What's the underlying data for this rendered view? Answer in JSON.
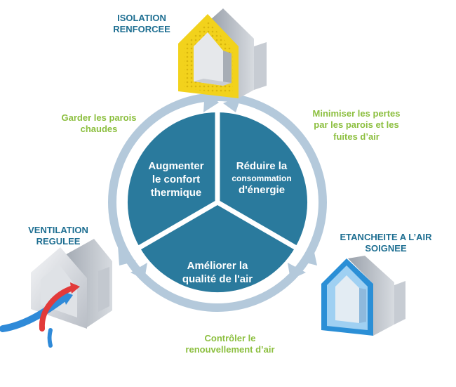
{
  "houses": {
    "top": {
      "title_line1": "ISOLATION",
      "title_line2": "RENFORCEE"
    },
    "left": {
      "title_line1": "VENTILATION",
      "title_line2": "REGULEE"
    },
    "right": {
      "title_line1": "ETANCHEITE A L’AIR",
      "title_line2": "SOIGNEE"
    }
  },
  "arrows": {
    "top_left": {
      "line1": "Garder les parois",
      "line2": "chaudes"
    },
    "top_right": {
      "line1": "Minimiser les pertes",
      "line2": "par les parois et les",
      "line3": "fuites d’air"
    },
    "bottom": {
      "line1": "Contrôler le",
      "line2": "renouvellement d’air"
    }
  },
  "segments": {
    "left": {
      "line1": "Augmenter",
      "line2": "le confort",
      "line3": "thermique"
    },
    "right": {
      "line1": "Réduire la",
      "line2": "consommation",
      "line3": "d'énergie"
    },
    "bottom": {
      "line1": "Améliorer la",
      "line2": "qualité de l'air"
    }
  },
  "colors": {
    "segment_fill": "#2a7a9d",
    "ring": "#b4c9db",
    "green_text": "#8cbf3f",
    "blue_text": "#1d6e91",
    "insulation": "#f2d21c",
    "sealing": "#2b8fd6",
    "airflow_cold": "#2f8ad8",
    "airflow_warm": "#e23a3a"
  },
  "icons": [
    "insulated-house-icon",
    "ventilated-house-icon",
    "sealed-house-icon"
  ]
}
